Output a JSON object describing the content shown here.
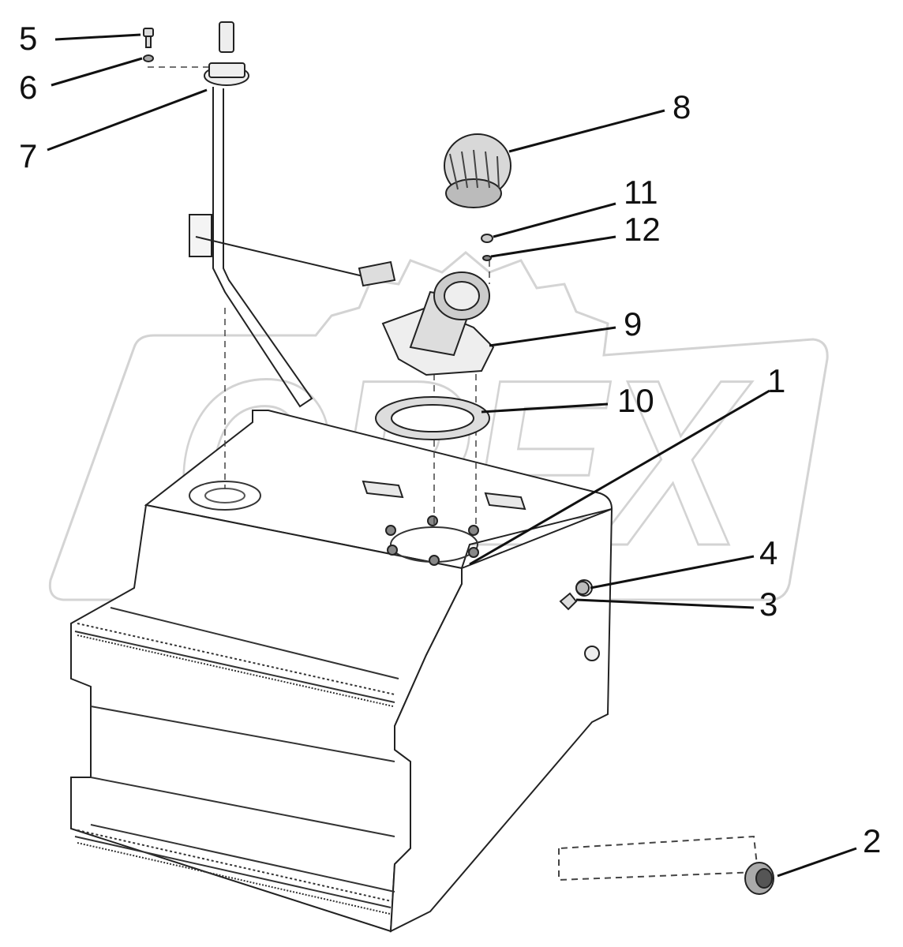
{
  "figure": {
    "colors": {
      "line": "#222222",
      "light_line": "#555555",
      "fill_light": "#f4f4f4",
      "fill_mid": "#d8d8d8",
      "watermark": "#cfcfcf",
      "background": "#ffffff"
    },
    "callouts": [
      "1",
      "2",
      "3",
      "4",
      "5",
      "6",
      "7",
      "8",
      "9",
      "10",
      "11",
      "12"
    ],
    "watermark": {
      "text": "OPEX"
    }
  }
}
